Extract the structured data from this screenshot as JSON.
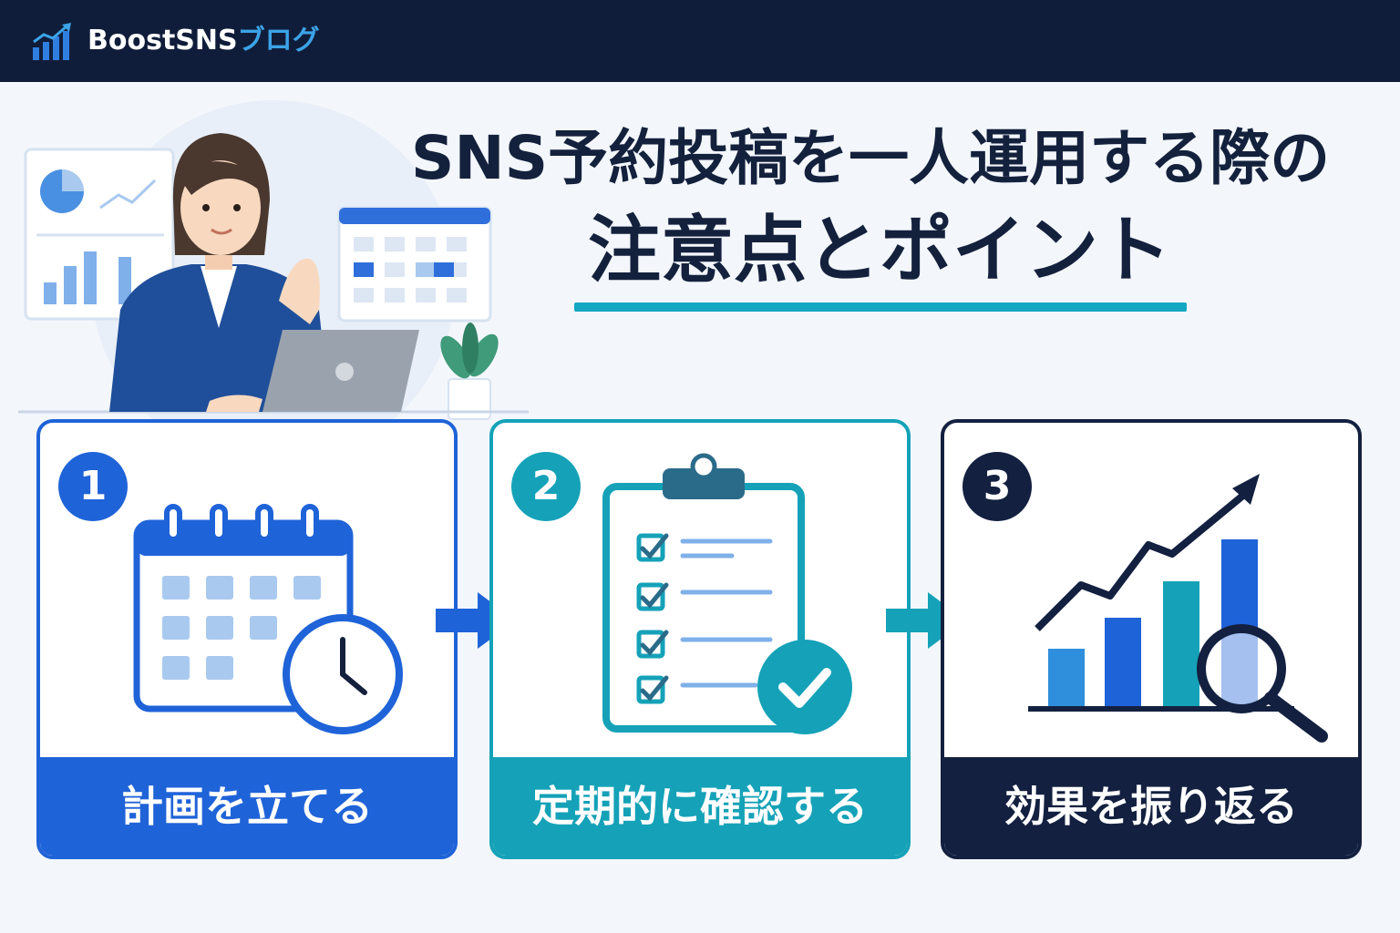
{
  "header": {
    "brand_main": "BoostSNS",
    "brand_accent": "ブログ",
    "icon": "bar-chart-icon"
  },
  "title": {
    "line1": "SNS予約投稿を一人運用する際の",
    "line2": "注意点とポイント"
  },
  "steps": [
    {
      "number": "1",
      "label": "計画を立てる",
      "icon": "calendar-clock-icon"
    },
    {
      "number": "2",
      "label": "定期的に確認する",
      "icon": "clipboard-checklist-icon"
    },
    {
      "number": "3",
      "label": "効果を振り返る",
      "icon": "growth-chart-magnifier-icon"
    }
  ],
  "colors": {
    "header_bg": "#101d3a",
    "brand_accent": "#3ba3e6",
    "step1": "#1f63d8",
    "step2": "#15a2b8",
    "step3": "#132040",
    "title": "#14213d",
    "underline": "#14a8c2"
  }
}
